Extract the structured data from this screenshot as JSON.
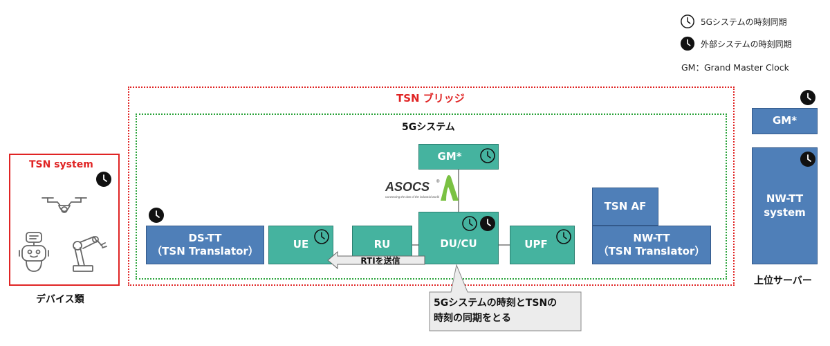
{
  "legend": {
    "internal_sync": "5Gシステムの時刻同期",
    "external_sync": "外部システムの時刻同期",
    "gm_note": "GM：Grand Master Clock"
  },
  "tsn_bridge": {
    "title": "TSN ブリッジ"
  },
  "system_5g": {
    "title": "5Gシステム"
  },
  "tsn_system": {
    "title": "TSN system",
    "caption": "デバイス類"
  },
  "logo": {
    "brand": "ASOCS",
    "registered": "®",
    "tagline": "Connecting the dots of the industrial world"
  },
  "nodes": {
    "ds_tt": {
      "line1": "DS-TT",
      "line2": "（TSN Translator）"
    },
    "ue": {
      "label": "UE"
    },
    "ru": {
      "label": "RU"
    },
    "du_cu": {
      "label": "DU/CU"
    },
    "upf": {
      "label": "UPF"
    },
    "gm_5g": {
      "label": "GM*"
    },
    "tsn_af": {
      "label": "TSN AF"
    },
    "nw_tt": {
      "line1": "NW-TT",
      "line2": "（TSN Translator）"
    },
    "gm_upper": {
      "label": "GM*"
    },
    "nw_tt_system": {
      "line1": "NW-TT",
      "line2": "system"
    }
  },
  "upper_server": {
    "caption": "上位サーバー"
  },
  "rti_arrow": {
    "label": "RTIを送信"
  },
  "callout": {
    "line1": "5Gシステムの時刻とTSNの",
    "line2": "時刻の同期をとる"
  },
  "colors": {
    "teal": "#45b39f",
    "blue": "#4f7fb8",
    "red": "#e02424",
    "green": "#2aa33a",
    "asocs_green": "#7ac143"
  }
}
